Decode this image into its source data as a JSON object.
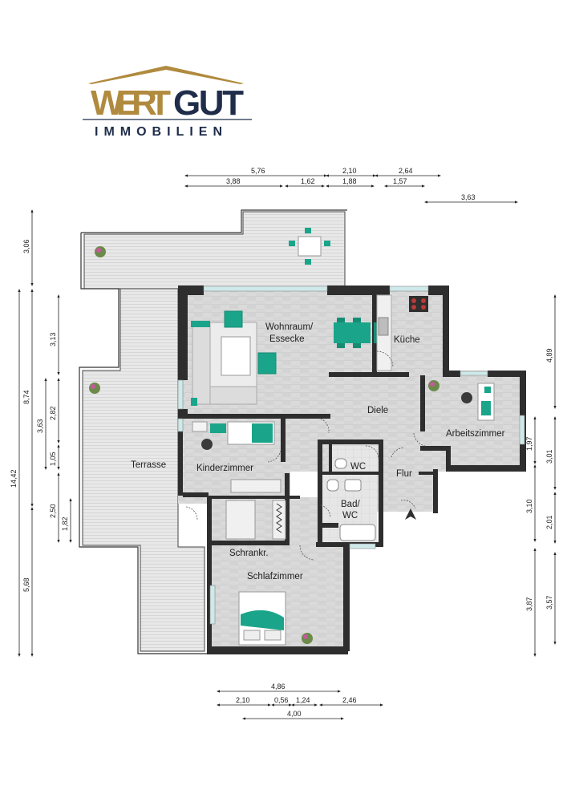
{
  "logo": {
    "word1": "WERT",
    "word2": "GUT",
    "subtitle": "IMMOBILIEN",
    "colors": {
      "gold": "#b08a3e",
      "navy": "#1f2d4a"
    }
  },
  "rooms": {
    "wohnraum_1": "Wohnraum/",
    "wohnraum_2": "Essecke",
    "kueche": "Küche",
    "diele": "Diele",
    "arbeitszimmer": "Arbeitszimmer",
    "wc": "WC",
    "flur": "Flur",
    "bad_1": "Bad/",
    "bad_2": "WC",
    "terrasse": "Terrasse",
    "kinderzimmer": "Kinderzimmer",
    "schrankraum": "Schrankr.",
    "schlafzimmer": "Schlafzimmer"
  },
  "dimensions": {
    "top": {
      "a": "5,76",
      "b": "2,10",
      "c": "2,64",
      "d": "3,88",
      "e": "1,62",
      "f": "1,88",
      "g": "1,57",
      "h": "3,63"
    },
    "left": {
      "a": "3,06",
      "b": "14,42",
      "c": "8,74",
      "d": "3,13",
      "e": "3,63",
      "f": "2,82",
      "g": "1,05",
      "h": "2,50",
      "i": "1,82",
      "j": "5,68"
    },
    "right": {
      "a": "4,89",
      "b": "1,97",
      "c": "3,01",
      "d": "3,10",
      "e": "2,01",
      "f": "3,87",
      "g": "3,57"
    },
    "bottom": {
      "a": "4,86",
      "b": "2,10",
      "c": "0,56",
      "d": "1,24",
      "e": "2,46",
      "f": "4,00"
    }
  },
  "icons": [
    "house-roof-icon",
    "entrance-arrow-icon",
    "plant-icon",
    "sofa-icon",
    "bed-icon",
    "desk-icon",
    "stove-icon",
    "sink-icon",
    "bathtub-icon",
    "toilet-icon",
    "dining-set-icon"
  ],
  "colors": {
    "wall": "#2e2e2e",
    "floor": "#d9d9d9",
    "terrace": "#e7e7e7",
    "furniture_accent": "#1aa58a",
    "window": "#cfe9ea"
  }
}
